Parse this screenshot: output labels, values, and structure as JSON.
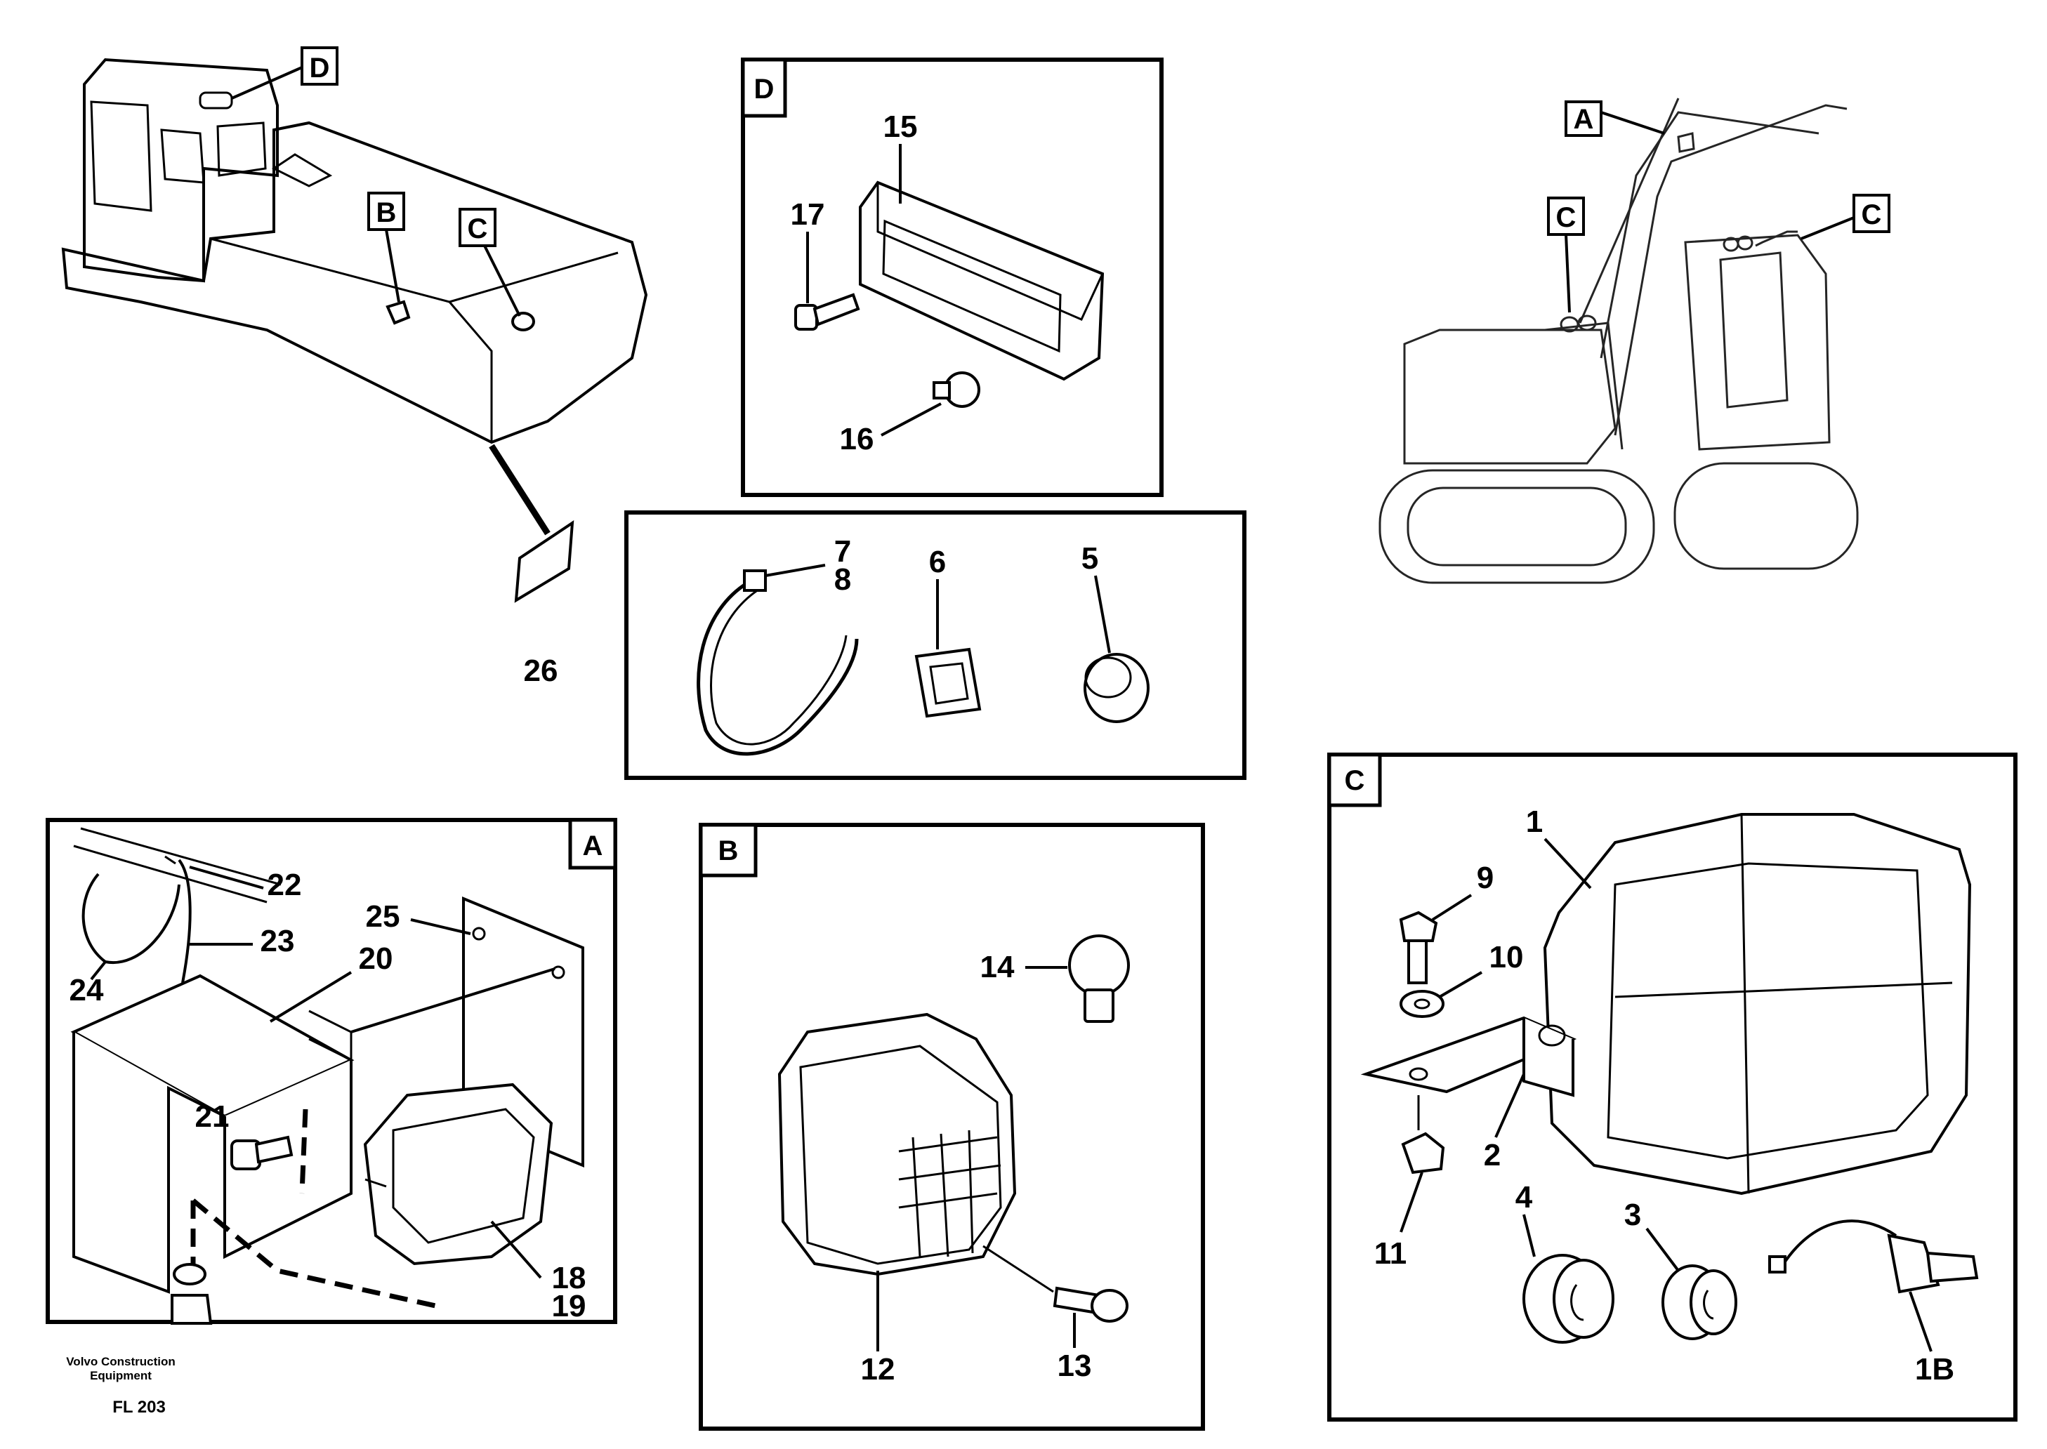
{
  "callouts": {
    "overview_left": [
      "D",
      "B",
      "C"
    ],
    "overview_right": [
      "A",
      "C",
      "C"
    ]
  },
  "panels": {
    "D": {
      "tag": "D",
      "parts": [
        "15",
        "17",
        "16"
      ]
    },
    "clips": {
      "parts": [
        "7",
        "8",
        "6",
        "5"
      ]
    },
    "A": {
      "tag": "A",
      "parts": [
        "22",
        "25",
        "23",
        "20",
        "24",
        "21",
        "18",
        "19"
      ]
    },
    "B": {
      "tag": "B",
      "parts": [
        "14",
        "12",
        "13"
      ]
    },
    "C": {
      "tag": "C",
      "parts": [
        "1",
        "9",
        "10",
        "2",
        "11",
        "4",
        "3",
        "1B"
      ]
    }
  },
  "part_26": "26",
  "footer": {
    "manufacturer_line1": "Volvo Construction",
    "manufacturer_line2": "Equipment",
    "figure_code": "FL 203"
  }
}
